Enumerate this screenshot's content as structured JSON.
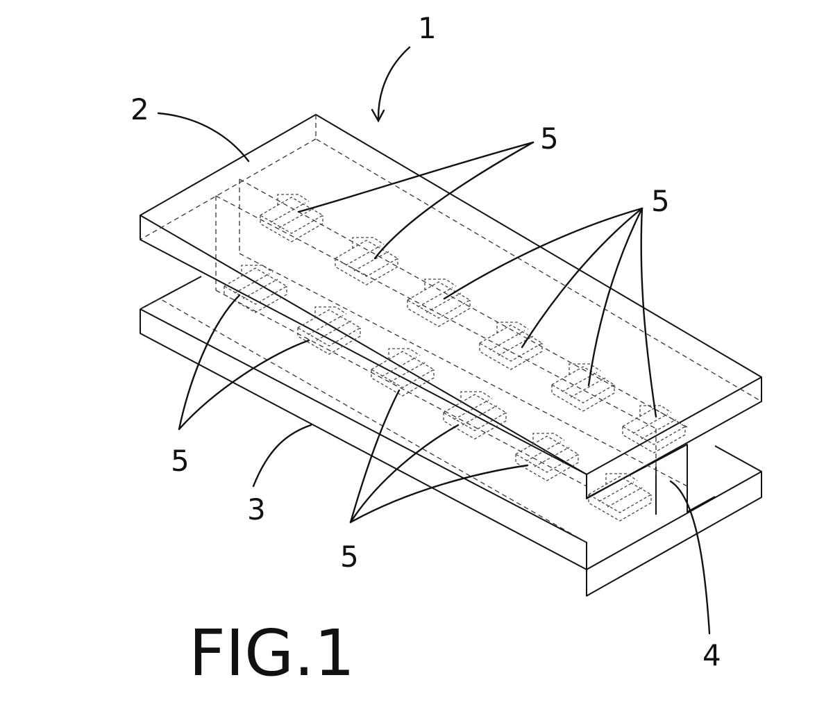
{
  "figure": {
    "caption": "FIG.1",
    "labels": {
      "assembly": "1",
      "upper_plate": "2",
      "lower_plate": "3",
      "web": "4",
      "fastener": "5"
    }
  }
}
